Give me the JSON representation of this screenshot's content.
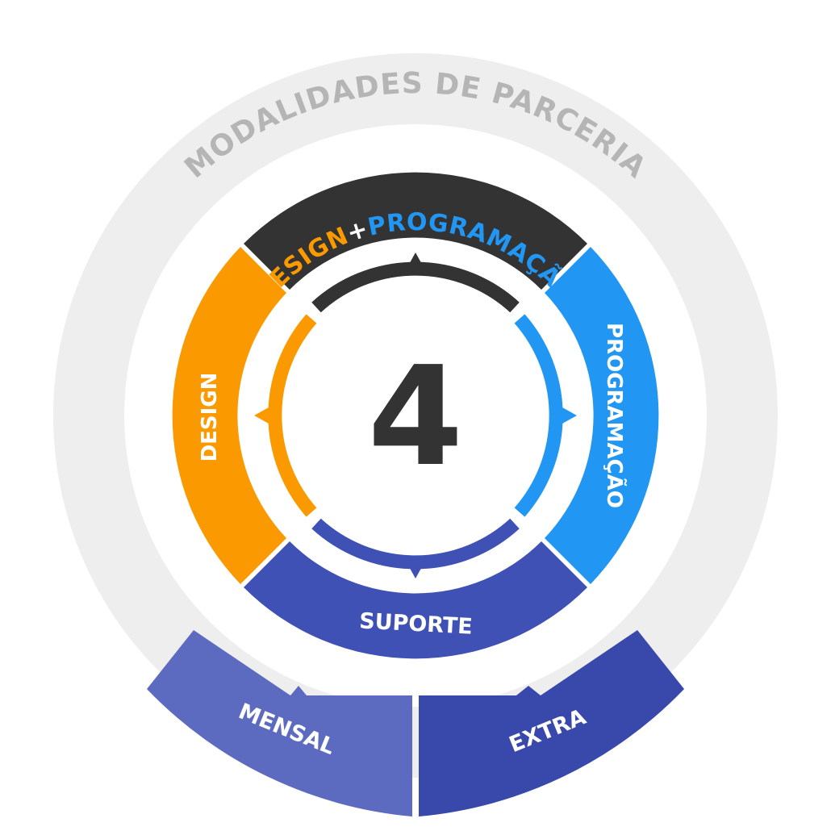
{
  "diagram": {
    "outer_label": "MODALIDADES DE PARCERIA",
    "center_number": "4",
    "segments": {
      "top": {
        "part1": "DESIGN",
        "plus": "+",
        "part2": "PROGRAMAÇÃO"
      },
      "left": "DESIGN",
      "right": "PROGRAMAÇÃO",
      "bottom": "SUPORTE"
    },
    "sub_options": {
      "left": "MENSAL",
      "right": "EXTRA"
    }
  },
  "colors": {
    "outer_ring": "#eeeeee",
    "outer_label": "#b5b5b5",
    "dark": "#333333",
    "orange": "#fb9a00",
    "blue": "#2196f3",
    "indigo": "#3f51b5",
    "indigo_light": "#5c6bc0",
    "indigo_dark": "#3949ab",
    "white": "#ffffff"
  }
}
